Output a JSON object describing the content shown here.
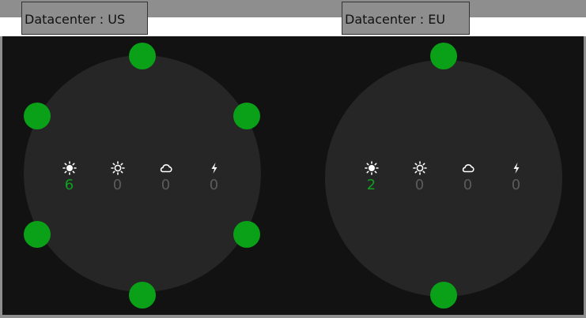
{
  "datacenters": [
    {
      "label": "Datacenter : US",
      "node_count": 6,
      "stats": [
        {
          "icon": "sun-icon",
          "value": "6",
          "state": "ok"
        },
        {
          "icon": "partly-sun-icon",
          "value": "0",
          "state": "zero"
        },
        {
          "icon": "cloud-icon",
          "value": "0",
          "state": "zero"
        },
        {
          "icon": "lightning-icon",
          "value": "0",
          "state": "zero"
        }
      ]
    },
    {
      "label": "Datacenter : EU",
      "node_count": 2,
      "stats": [
        {
          "icon": "sun-icon",
          "value": "2",
          "state": "ok"
        },
        {
          "icon": "partly-sun-icon",
          "value": "0",
          "state": "zero"
        },
        {
          "icon": "cloud-icon",
          "value": "0",
          "state": "zero"
        },
        {
          "icon": "lightning-icon",
          "value": "0",
          "state": "zero"
        }
      ]
    }
  ],
  "colors": {
    "node": "#0aa018",
    "ok_text": "#10a020",
    "zero_text": "#5b5b5b",
    "ring": "#262626",
    "panel": "#121212"
  }
}
